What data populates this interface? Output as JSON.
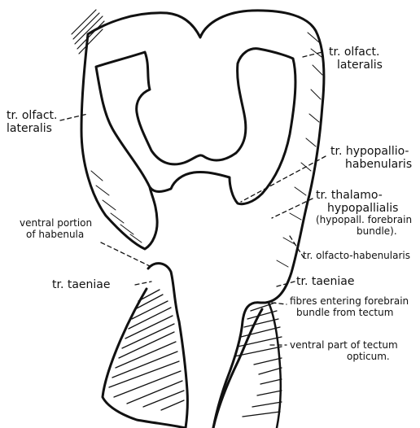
{
  "labels": {
    "olfact_lateralis_right": [
      "tr. olfact.",
      "lateralis"
    ],
    "olfact_lateralis_left": [
      "tr. olfact.",
      "lateralis"
    ],
    "hypopallio_habenularis": [
      "tr. hypopallio-",
      "habenularis"
    ],
    "thalamo_hypopallialis": [
      "tr. thalamo-",
      "hypopallialis",
      "(hypopall. forebrain",
      "bundle)."
    ],
    "olfacto_habenularis": "tr. olfacto-habenularis",
    "ventral_habenula": [
      "ventral portion",
      "of habenula"
    ],
    "taeniae_left": "tr. taeniae",
    "taeniae_right": "tr. taeniae",
    "fibres_entering": [
      "fibres entering forebrain",
      "bundle from tectum"
    ],
    "ventral_tectum": [
      "ventral part of tectum",
      "opticum."
    ]
  }
}
